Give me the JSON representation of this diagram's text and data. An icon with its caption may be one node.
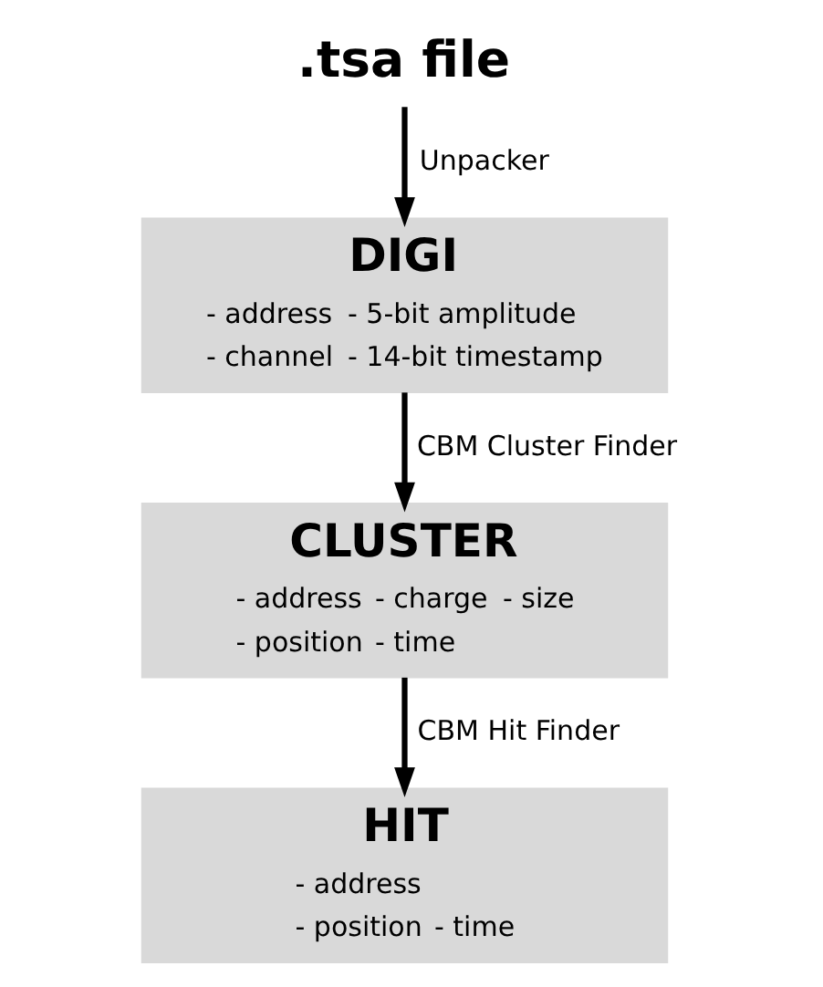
{
  "diagram": {
    "nodes": [
      {
        "text": [
          ".tsa file"
        ]
      },
      {
        "text": [
          "DIGI",
          "- address",
          "- 5-bit amplitude",
          "- channel",
          "- 14-bit timestamp"
        ]
      },
      {
        "text": [
          "CLUSTER",
          "- address",
          "- charge",
          "- size",
          "- position",
          "- time"
        ]
      },
      {
        "text": [
          "HIT",
          "- address",
          "- position",
          "- time"
        ]
      }
    ],
    "edges": [
      {
        "from": 0,
        "to": 1,
        "arrow": "to",
        "label": "Unpacker"
      },
      {
        "from": 1,
        "to": 2,
        "arrow": "to",
        "label": "CBM Cluster Finder"
      },
      {
        "from": 2,
        "to": 3,
        "arrow": "to",
        "label": "CBM Hit Finder"
      }
    ]
  }
}
